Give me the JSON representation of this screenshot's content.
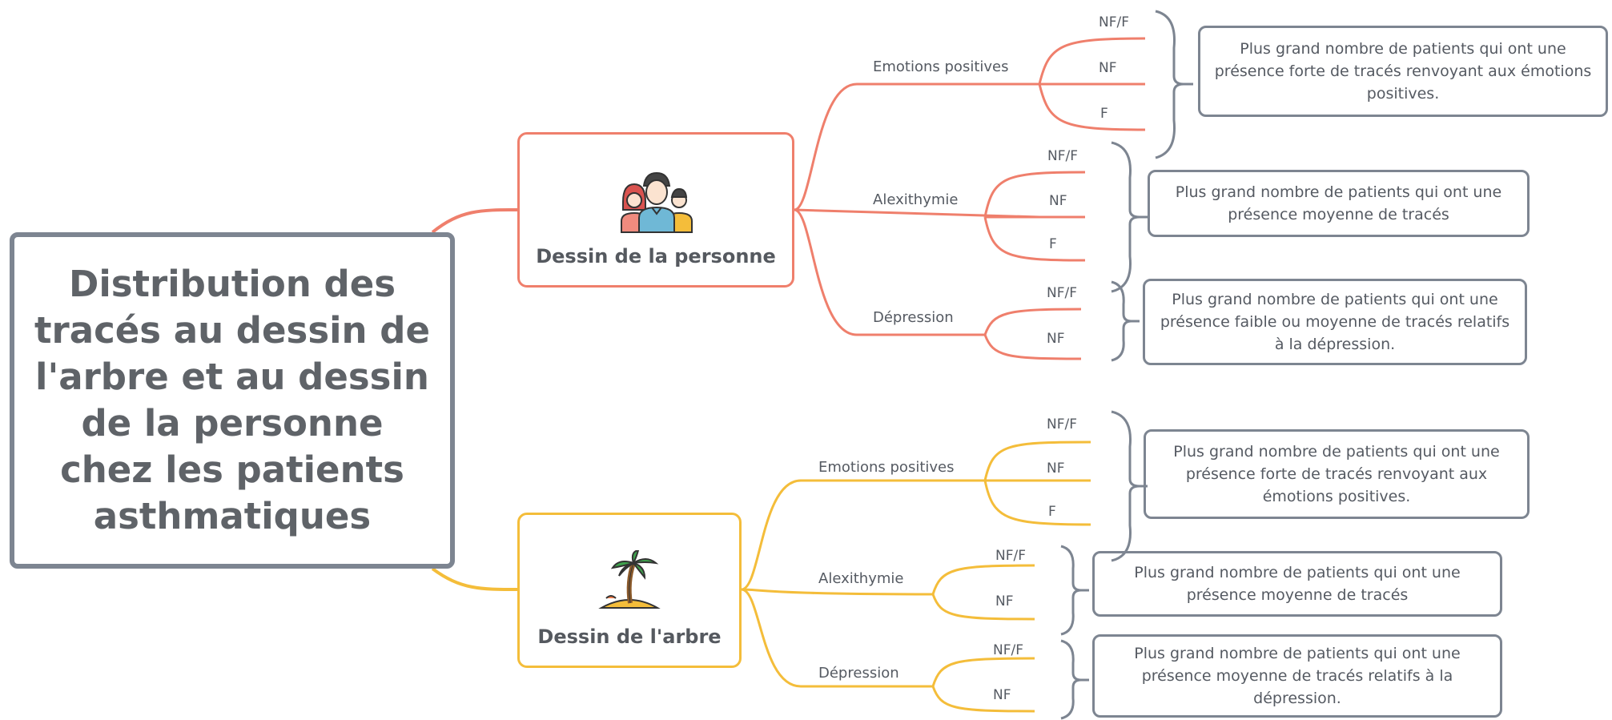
{
  "root": {
    "title": "Distribution des\ntracés au dessin de\nl'arbre et au dessin\nde la personne\nchez les patients\nasthmatiques"
  },
  "colors": {
    "person": "#ef7f6c",
    "tree": "#f4bd3a",
    "gray": "#7d8591"
  },
  "person": {
    "label": "Dessin de la personne",
    "icon": "people-group-icon",
    "branches": [
      {
        "label": "Emotions positives",
        "levels": [
          "NF/F",
          "NF",
          "F"
        ],
        "summary": "Plus grand nombre de patients qui ont une présence forte de tracés renvoyant aux émotions positives."
      },
      {
        "label": "Alexithymie",
        "levels": [
          "NF/F",
          "NF",
          "F"
        ],
        "summary": "Plus grand nombre de patients qui ont une présence moyenne de tracés"
      },
      {
        "label": "Dépression",
        "levels": [
          "NF/F",
          "NF"
        ],
        "summary": "Plus grand nombre de patients qui ont une présence faible ou moyenne de tracés relatifs à la dépression."
      }
    ]
  },
  "tree": {
    "label": "Dessin de l'arbre",
    "icon": "palm-tree-island-icon",
    "branches": [
      {
        "label": "Emotions positives",
        "levels": [
          "NF/F",
          "NF",
          "F"
        ],
        "summary": "Plus grand nombre de patients qui ont une présence forte de tracés renvoyant aux émotions positives."
      },
      {
        "label": "Alexithymie",
        "levels": [
          "NF/F",
          "NF"
        ],
        "summary": "Plus grand nombre de patients qui ont une présence moyenne de tracés"
      },
      {
        "label": "Dépression",
        "levels": [
          "NF/F",
          "NF"
        ],
        "summary": "Plus grand nombre de patients qui ont une présence moyenne de tracés relatifs à la dépression."
      }
    ]
  }
}
